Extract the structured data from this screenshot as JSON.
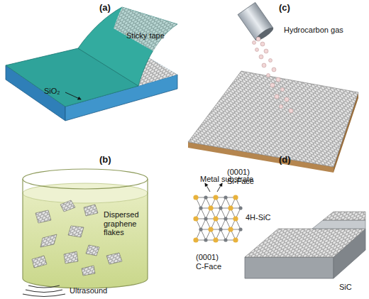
{
  "diagram": {
    "labels": [
      "(a)",
      "Sticky tape",
      "SiO₂",
      "(b)",
      "Dispersed graphene flakes",
      "Ultrasound",
      "(c)",
      "Hydrocarbon gas",
      "Metal substrate",
      "(d)",
      "(0001) Si-Face",
      "4H-SiC",
      "(0001) C-Face",
      "SiC"
    ]
  }
}
